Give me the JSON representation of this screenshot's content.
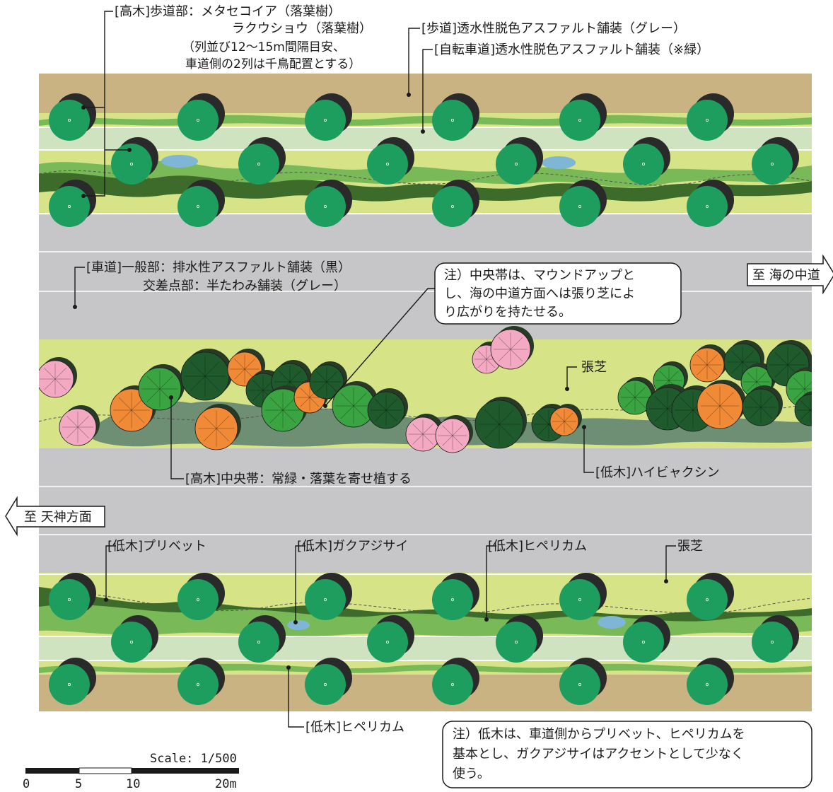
{
  "colors": {
    "soil": "#c9b383",
    "road": "#c6c6c8",
    "lawn": "#d6e387",
    "bike_lane": "#cfe3c0",
    "tree_green": "#1d9e5e",
    "tree_shadow": "#2a2a2a",
    "shrub_light": "#7ab957",
    "shrub_dark": "#3d6b2a",
    "hypericum": "#8bc34a",
    "hydrangea": "#7fb6d6",
    "median_pink": "#f3a9c1",
    "median_orange": "#f08a36",
    "median_green": "#3aa442",
    "median_dark": "#1f5a2c",
    "groundcover": "#6f8f74"
  },
  "labels": {
    "tall_sidewalk_1": "[高木]歩道部：メタセコイア（落葉樹）",
    "tall_sidewalk_2": "ラクウショウ（落葉樹）",
    "tall_sidewalk_3": "（列並び12〜15m間隔目安、",
    "tall_sidewalk_4": "車道側の2列は千鳥配置とする）",
    "sidewalk_paving": "[歩道]透水性脱色アスファルト舗装（グレー）",
    "bike_paving": "[自転車道]透水性脱色アスファルト舗装（※緑）",
    "road_1": "[車道]一般部：排水性アスファルト舗装（黒）",
    "road_2": "交差点部：半たわみ舗装（グレー）",
    "note1_line1": "注）中央帯は、マウンドアップと",
    "note1_line2": "し、海の中道方面へは張り芝によ",
    "note1_line3": "り広がりを持たせる。",
    "to_uminonakamichi": "至 海の中道",
    "lawn_median": "張芝",
    "median_tall": "[高木]中央帯：常緑・落葉を寄せ植する",
    "hibiscus": "[低木]ハイビャクシン",
    "to_tenjin": "至 天神方面",
    "privet": "[低木]プリベット",
    "hydrangea": "[低木]ガクアジサイ",
    "hypericum_top": "[低木]ヒペリカム",
    "lawn_lower": "張芝",
    "hypericum_bottom": "[低木]ヒペリカム",
    "note2_line1": "注）低木は、車道側からプリベット、ヒペリカムを",
    "note2_line2": "基本とし、ガクアジサイはアクセントとして少なく",
    "note2_line3": "使う。"
  },
  "scale": {
    "title": "Scale: 1/500",
    "ticks": [
      "0",
      "5",
      "10",
      "20m"
    ]
  }
}
